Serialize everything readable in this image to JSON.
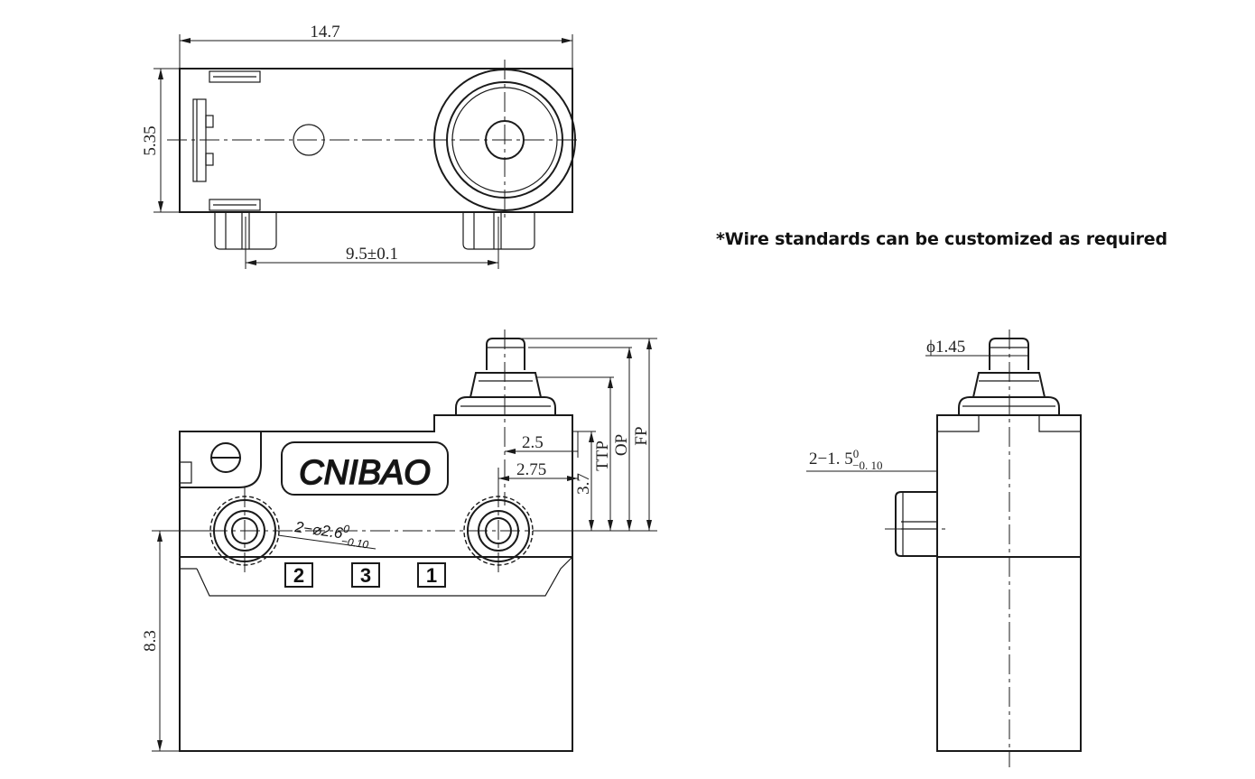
{
  "note": "*Wire standards can be customized as required",
  "brand": "CNIBAO",
  "top_view": {
    "width": "14.7",
    "height": "5.35",
    "pin_spacing": "9.5±0.1"
  },
  "front_view": {
    "dim_a": "2.5",
    "dim_b": "2.75",
    "dim_c": "3.7",
    "ttp": "TTP",
    "op": "OP",
    "fp": "FP",
    "height": "8.3",
    "hole_note_prefix": "2−⌀2.6",
    "hole_note_sup": "0",
    "hole_note_sub": "−0.10",
    "terminals": [
      "2",
      "3",
      "1"
    ]
  },
  "side_view": {
    "plunger_dia": "ϕ1.45",
    "pin_note_prefix": "2−1. 5",
    "pin_note_sup": "0",
    "pin_note_sub": "−0. 10"
  }
}
